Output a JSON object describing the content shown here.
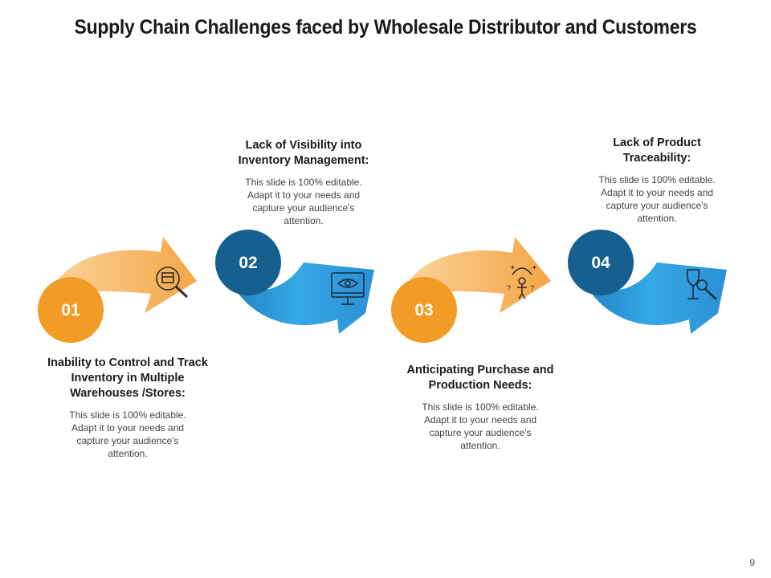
{
  "title": "Supply Chain Challenges faced by Wholesale Distributor and Customers",
  "colors": {
    "orange": "#F39C25",
    "orange_light": "#F9C58A",
    "blue_dark": "#15608E",
    "blue": "#2D9BE0",
    "blue_light": "#3BB0EB"
  },
  "steps": [
    {
      "number": "01",
      "heading": "Inability to Control and Track Inventory in Multiple Warehouses /Stores:",
      "description": "This slide is 100% editable. Adapt it to your needs and capture your audience's attention.",
      "icon": "magnifier-box-icon"
    },
    {
      "number": "02",
      "heading": "Lack of Visibility into Inventory Management:",
      "description": "This slide is 100% editable. Adapt it to your needs and capture your audience's attention.",
      "icon": "monitor-eye-icon"
    },
    {
      "number": "03",
      "heading": "Anticipating Purchase and Production Needs:",
      "description": "This slide is 100% editable. Adapt it to your needs and capture your audience's attention.",
      "icon": "thinking-person-icon"
    },
    {
      "number": "04",
      "heading": "Lack of Product Traceability:",
      "description": "This slide is 100% editable. Adapt it to your needs and capture your audience's attention.",
      "icon": "glass-magnifier-icon"
    }
  ],
  "page_number": "9"
}
